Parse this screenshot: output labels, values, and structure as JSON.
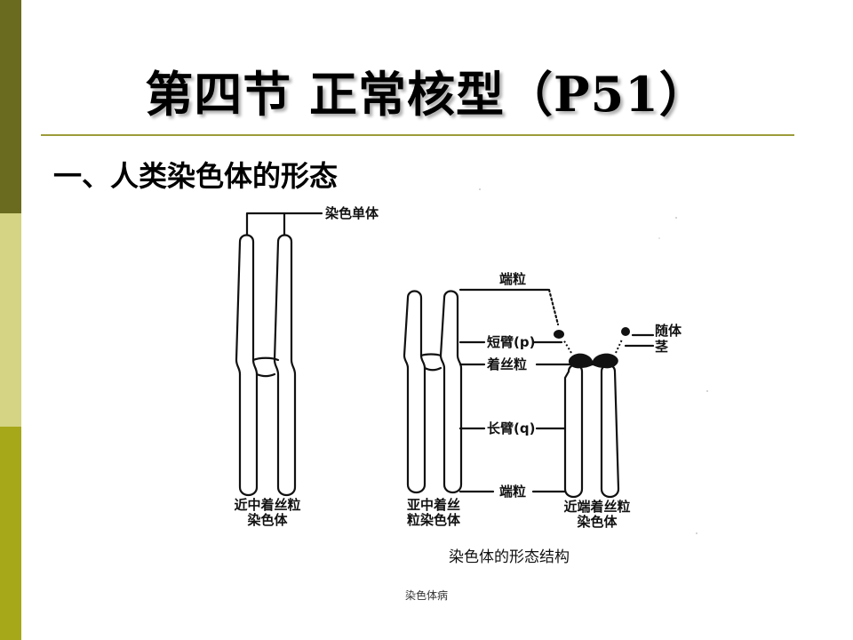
{
  "slide": {
    "title": "第四节   正常核型（P51）",
    "subtitle": "一、人类染色体的形态",
    "footer": "染色体病"
  },
  "figure": {
    "caption": "染色体的形态结构",
    "labels": {
      "chromatid": "染色单体",
      "telomere_top": "端粒",
      "short_arm": "短臂(p)",
      "centromere": "着丝粒",
      "long_arm": "长臂(q)",
      "telomere_bottom": "端粒",
      "satellite": "随体",
      "stalk": "茎",
      "metacentric_line1": "近中着丝粒",
      "metacentric_line2": "染色体",
      "submetacentric_line1": "亚中着丝",
      "submetacentric_line2": "粒染色体",
      "acrocentric_line1": "近端着丝粒",
      "acrocentric_line2": "染色体"
    }
  },
  "colors": {
    "bar_dark": "#6b6b1f",
    "bar_light": "#d4d484",
    "bar_mid": "#a7a71a",
    "rule": "#9c9c3a"
  }
}
